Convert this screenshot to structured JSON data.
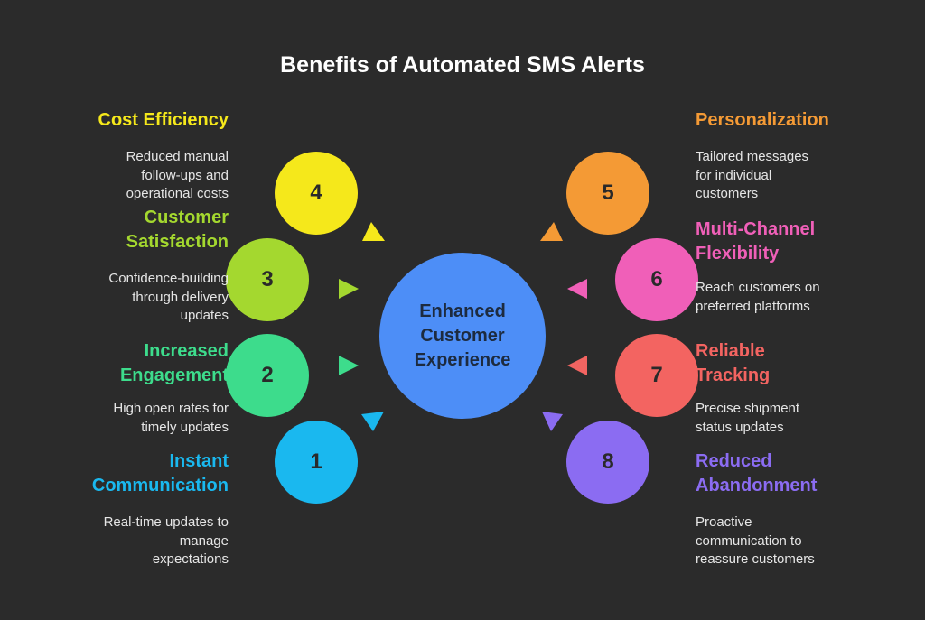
{
  "title": "Benefits of Automated SMS Alerts",
  "hub": {
    "label": "Enhanced\nCustomer\nExperience",
    "color": "#4d8ef7"
  },
  "benefits": [
    {
      "number": "1",
      "title": "Instant\nCommunication",
      "desc": "Real-time updates to\nmanage\nexpectations",
      "color": "#1ab8ef",
      "side": "left"
    },
    {
      "number": "2",
      "title": "Increased\nEngagement",
      "desc": "High open rates for\ntimely updates",
      "color": "#3ddc8c",
      "side": "left"
    },
    {
      "number": "3",
      "title": "Customer\nSatisfaction",
      "desc": "Confidence-building\nthrough delivery\nupdates",
      "color": "#a4d82f",
      "side": "left"
    },
    {
      "number": "4",
      "title": "Cost Efficiency",
      "desc": "Reduced manual\nfollow-ups and\noperational costs",
      "color": "#f5e81b",
      "side": "left"
    },
    {
      "number": "5",
      "title": "Personalization",
      "desc": "Tailored messages\nfor individual\ncustomers",
      "color": "#f49a35",
      "side": "right"
    },
    {
      "number": "6",
      "title": "Multi-Channel\nFlexibility",
      "desc": "Reach customers on\npreferred platforms",
      "color": "#f05fb8",
      "side": "right"
    },
    {
      "number": "7",
      "title": "Reliable\nTracking",
      "desc": "Precise shipment\nstatus updates",
      "color": "#f36461",
      "side": "right"
    },
    {
      "number": "8",
      "title": "Reduced\nAbandonment",
      "desc": "Proactive\ncommunication to\nreassure customers",
      "color": "#8b6cf2",
      "side": "right"
    }
  ]
}
